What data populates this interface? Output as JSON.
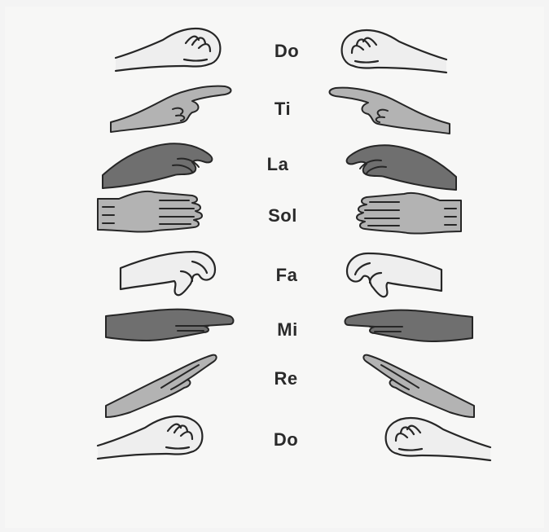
{
  "syllables": [
    {
      "label": "Do",
      "left_hand": "fist-icon",
      "right_hand": "fist-icon",
      "shade": "light"
    },
    {
      "label": "Ti",
      "left_hand": "point-up-icon",
      "right_hand": "point-up-icon",
      "shade": "mid"
    },
    {
      "label": "La",
      "left_hand": "hand-droop-icon",
      "right_hand": "hand-droop-icon",
      "shade": "dark"
    },
    {
      "label": "Sol",
      "left_hand": "flat-hand-vertical-icon",
      "right_hand": "flat-hand-vertical-icon",
      "shade": "mid"
    },
    {
      "label": "Fa",
      "left_hand": "thumb-down-icon",
      "right_hand": "thumb-down-icon",
      "shade": "light"
    },
    {
      "label": "Mi",
      "left_hand": "flat-hand-horizontal-icon",
      "right_hand": "flat-hand-horizontal-icon",
      "shade": "dark"
    },
    {
      "label": "Re",
      "left_hand": "hand-angled-up-icon",
      "right_hand": "hand-angled-up-icon",
      "shade": "mid"
    },
    {
      "label": "Do",
      "left_hand": "fist-icon",
      "right_hand": "fist-icon",
      "shade": "light"
    }
  ],
  "colors": {
    "light": "#eeeeee",
    "mid": "#b3b3b3",
    "dark": "#6f6f6f",
    "outline": "#262626",
    "text": "#2a2a2a"
  }
}
